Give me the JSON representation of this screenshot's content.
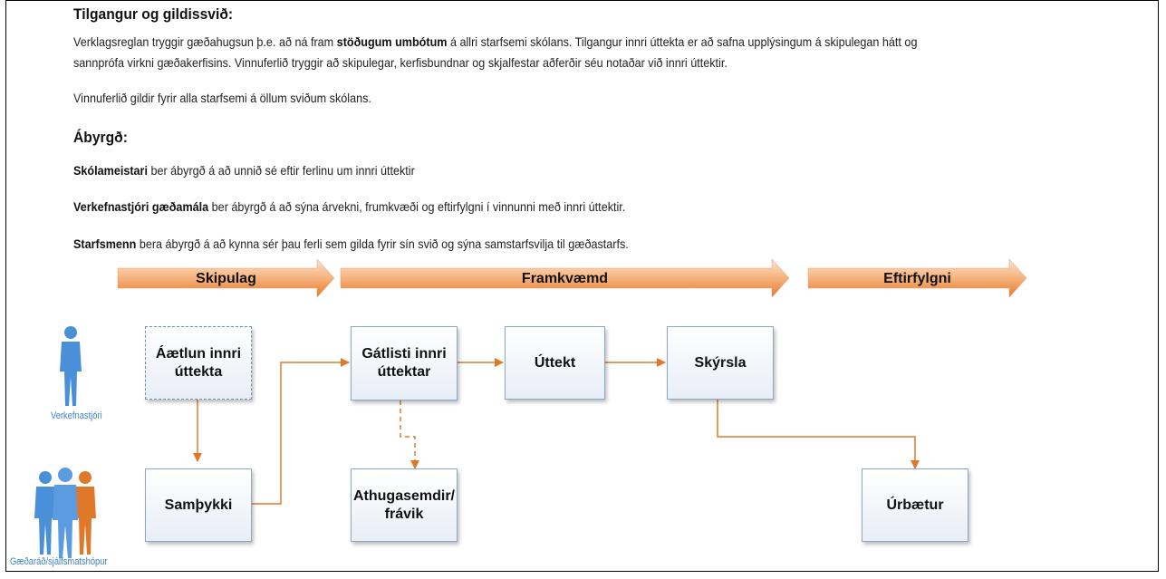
{
  "section1": {
    "title": "Tilgangur og gildissvið:",
    "line1_a": "Verklagsreglan tryggir gæðahugsun  þ.e.  að ná fram ",
    "line1_b": "stöðugum umbótum",
    "line1_c": " á allri starfsemi skólans. Tilgangur innri úttekta er að safna upplýsingum á skipulegan hátt og",
    "line2": "sannprófa virkni gæðakerfisins. Vinnuferlið tryggir að skipulegar, kerfisbundnar og skjalfestar aðferðir séu notaðar við innri úttektir.",
    "line3": "Vinnuferlið gildir fyrir alla starfsemi á öllum sviðum skólans."
  },
  "section2": {
    "title": "Ábyrgð:",
    "r1_role": "Skólameistari",
    "r1_text": " ber ábyrgð á að unnið sé eftir ferlinu um innri úttektir",
    "r2_role": "Verkefnastjóri gæðamála",
    "r2_text": " ber ábyrgð á að sýna árvekni, frumkvæði og eftirfylgni í vinnunni með innri úttektir.",
    "r3_role": "Starfsmenn",
    "r3_text": " bera ábyrgð á að kynna sér þau ferli sem gilda fyrir sín svið og sýna samstarfsvilja til gæðastarfs."
  },
  "phases": {
    "p1": "Skipulag",
    "p2": "Framkvæmd",
    "p3": "Eftirfylgni"
  },
  "actors": {
    "a1": "Verkefnastjóri",
    "a2": "Gæðaráð/sjálfsmatshópur"
  },
  "boxes": {
    "b1": "Áætlun innri úttekta",
    "b2": "Samþykki",
    "b3": "Gátlisti innri úttektar",
    "b4": "Athugasemdir/ frávik",
    "b5": "Úttekt",
    "b6": "Skýrsla",
    "b7": "Úrbætur"
  },
  "colors": {
    "arrow": "#e0782a",
    "person_single": "#4a90d9",
    "box_border": "#8aa6c8"
  }
}
